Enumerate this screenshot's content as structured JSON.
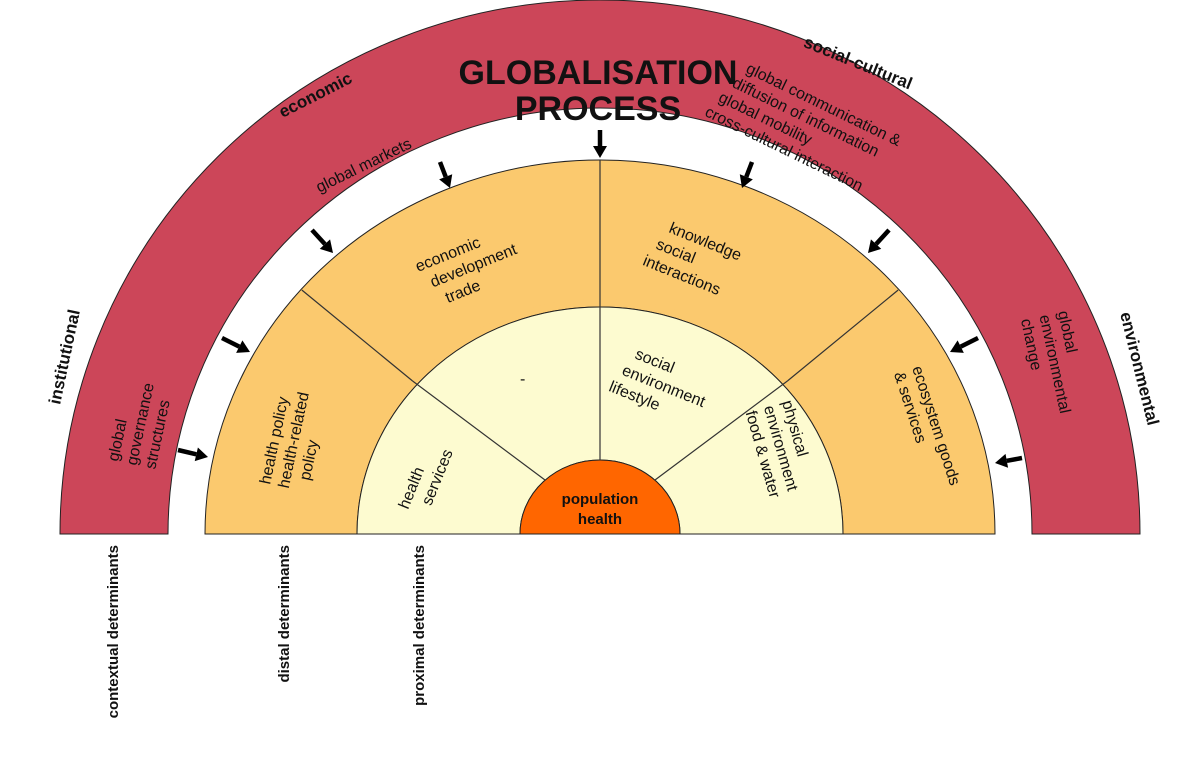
{
  "title_lines": [
    "GLOBALISATION",
    "PROCESS"
  ],
  "categories": {
    "economic": "economic",
    "social_cultural": "social-cultural",
    "institutional": "institutional",
    "environmental": "environmental"
  },
  "outer_ring": {
    "global_markets": "global markets",
    "global_comm_lines": [
      "global communication &",
      "diffusion of information",
      "global mobility",
      "cross-cultural interaction"
    ],
    "governance_lines": [
      "global",
      "governance",
      "structures"
    ],
    "env_change_lines": [
      "global",
      "environmental",
      "change"
    ]
  },
  "distal_band": {
    "economic_lines": [
      "economic",
      "development",
      "trade"
    ],
    "knowledge_lines": [
      "knowledge",
      "social",
      "interactions"
    ],
    "health_policy_lines": [
      "health policy",
      "health-related",
      "policy"
    ],
    "ecosystem_lines": [
      "ecosystem goods",
      "& services"
    ]
  },
  "proximal_band": {
    "dash": "-",
    "social_lines": [
      "social",
      "environment",
      "lifestyle"
    ],
    "health_services_lines": [
      "health",
      "services"
    ],
    "physical_lines": [
      "physical",
      "environment",
      "food & water"
    ]
  },
  "core_lines": [
    "population",
    "health"
  ],
  "determinants": {
    "contextual": "contextual determinants",
    "distal": "distal determinants",
    "proximal": "proximal determinants"
  },
  "colors": {
    "outer_ring": "#cc4659",
    "distal_band": "#fbc96e",
    "proximal_band": "#fdfbd0",
    "core": "#ff6600",
    "arrows": "#000000"
  }
}
